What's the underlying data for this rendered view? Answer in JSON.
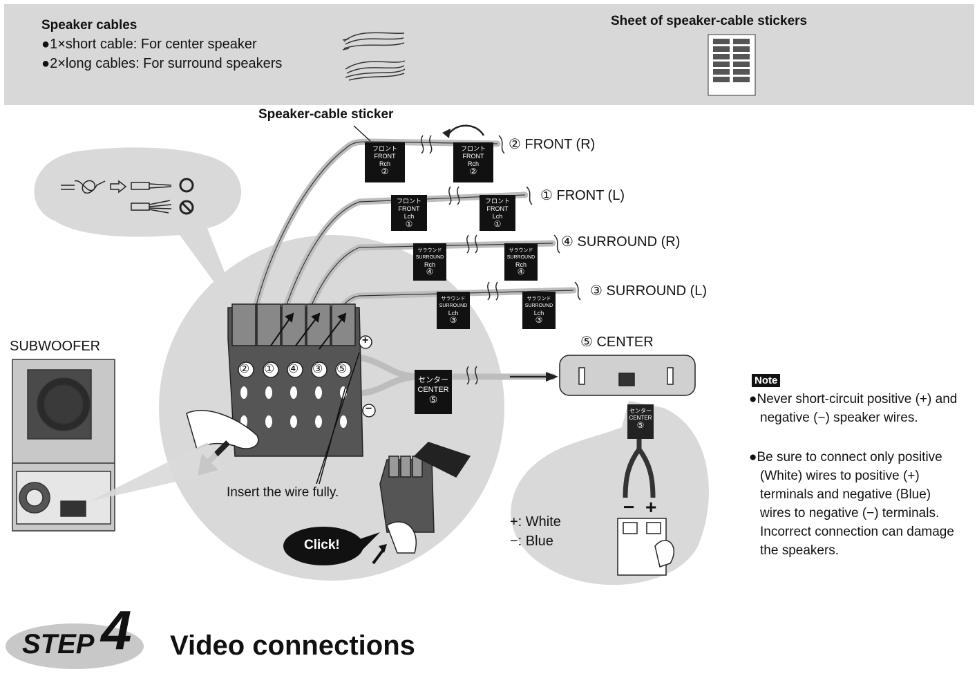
{
  "accessories": {
    "cables_title": "Speaker cables",
    "cable_items": [
      "●1×short cable: For center speaker",
      "●2×long cables: For surround speakers"
    ],
    "stickers_title": "Sheet of speaker-cable stickers"
  },
  "diagram": {
    "sticker_callout": "Speaker-cable sticker",
    "channels": [
      {
        "label": "② FRONT (R)",
        "sticker": [
          "フロント",
          "FRONT",
          "Rch",
          "②"
        ]
      },
      {
        "label": "① FRONT (L)",
        "sticker": [
          "フロント",
          "FRONT",
          "Lch",
          "①"
        ]
      },
      {
        "label": "④ SURROUND (R)",
        "sticker": [
          "サラウンド",
          "SURROUND",
          "Rch",
          "④"
        ]
      },
      {
        "label": "③ SURROUND (L)",
        "sticker": [
          "サラウンド",
          "SURROUND",
          "Lch",
          "③"
        ]
      }
    ],
    "center_label": "⑤ CENTER",
    "center_sticker": [
      "センター",
      "CENTER",
      "⑤"
    ],
    "terminal_numbers": [
      "②",
      "①",
      "④",
      "③",
      "⑤"
    ],
    "plus": "+",
    "minus": "−",
    "subwoofer_label": "SUBWOOFER",
    "insert_text": "Insert the wire fully.",
    "click_text": "Click!",
    "polarity_white": "+: White",
    "polarity_blue": "−: Blue",
    "center_terminal_minus": "−",
    "center_terminal_plus": "+"
  },
  "note": {
    "tag": "Note",
    "items": [
      "●Never short-circuit positive (+) and negative (−) speaker wires.",
      "●Be sure to connect only positive (White) wires to positive (+) terminals and negative (Blue) wires to negative (−) terminals. Incorrect connection can damage the speakers."
    ]
  },
  "step": {
    "word": "STEP",
    "number": "4",
    "title": "Video connections"
  }
}
